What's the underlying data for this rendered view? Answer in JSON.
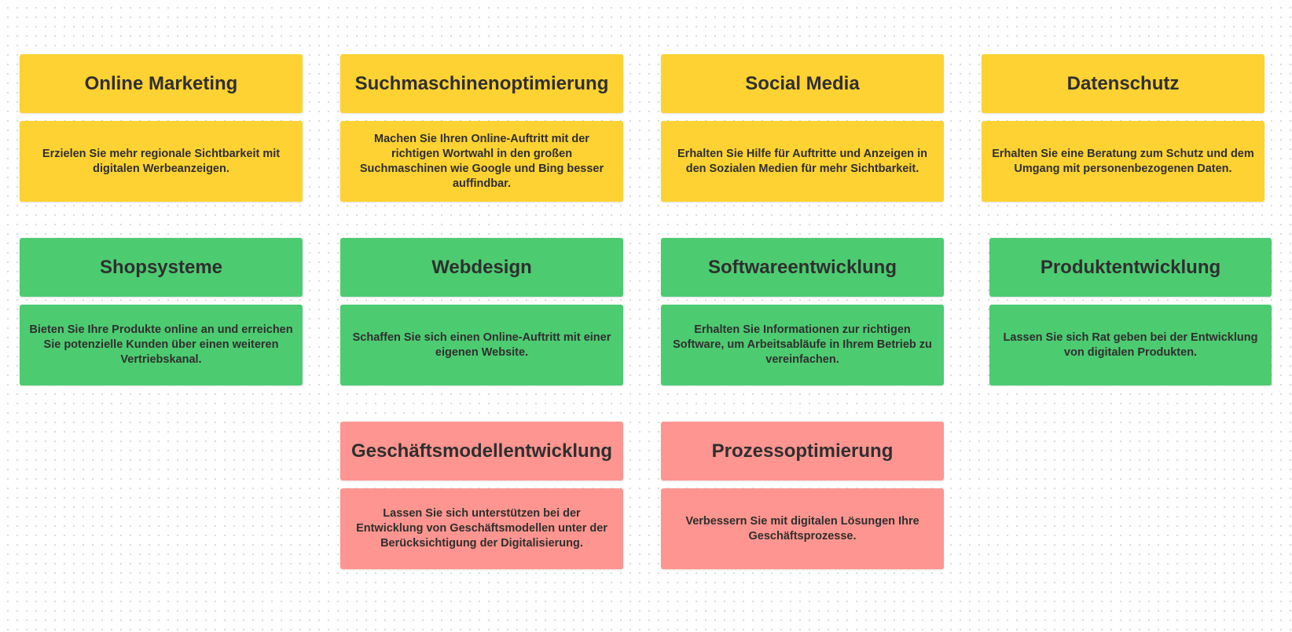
{
  "colors": {
    "marketing": "#fed232",
    "development": "#4dcb71",
    "business": "#fe9590"
  },
  "cards": {
    "online_marketing": {
      "title": "Online Marketing",
      "text": "Erzielen Sie mehr regionale Sichtbarkeit mit digitalen Werbeanzeigen."
    },
    "seo": {
      "title": "Suchmaschinenoptimierung",
      "text": "Machen Sie Ihren Online-Auftritt mit der richtigen Wortwahl in den großen Suchmaschinen wie Google und Bing besser auffindbar."
    },
    "social_media": {
      "title": "Social Media",
      "text": "Erhalten Sie Hilfe für Auftritte und Anzeigen in den Sozialen Medien für mehr Sichtbarkeit."
    },
    "datenschutz": {
      "title": "Datenschutz",
      "text": "Erhalten Sie eine Beratung zum Schutz und dem Umgang mit personenbezogenen Daten."
    },
    "shopsysteme": {
      "title": "Shopsysteme",
      "text": "Bieten Sie Ihre Produkte online an und erreichen Sie potenzielle Kunden über einen weiteren Vertriebskanal."
    },
    "webdesign": {
      "title": "Webdesign",
      "text": "Schaffen Sie sich einen Online-Auftritt mit einer eigenen Website."
    },
    "softwareentwicklung": {
      "title": "Softwareentwicklung",
      "text": "Erhalten Sie Informationen zur richtigen Software, um Arbeitsabläufe in Ihrem Betrieb zu vereinfachen."
    },
    "produktentwicklung": {
      "title": "Produktentwicklung",
      "text": "Lassen Sie sich Rat geben bei der Entwicklung von digitalen Produkten."
    },
    "geschaeftsmodellentwicklung": {
      "title": "Geschäftsmodellentwicklung",
      "text": "Lassen Sie sich unterstützen bei der Entwicklung von Geschäftsmodellen unter der Berücksichtigung der Digitalisierung."
    },
    "prozessoptimierung": {
      "title": "Prozessoptimierung",
      "text": "Verbessern Sie mit digitalen Lösungen Ihre Geschäftsprozesse."
    }
  }
}
